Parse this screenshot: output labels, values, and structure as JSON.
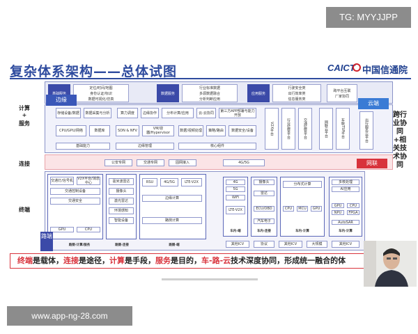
{
  "overlay": {
    "tg_label": "TG: MYYJJPP",
    "url_label": "www.app-ng-28.com"
  },
  "slide": {
    "title": "复杂体系架构——总体试图",
    "logo_en": "CAICT",
    "logo_cn": "中国信通院",
    "left_labels": {
      "compute": "计算",
      "plus": "+",
      "service": "服务",
      "connect": "连接",
      "terminal": "终端"
    },
    "right_label": "跨行业协同+相关技术协同",
    "tags": {
      "edge": "边缘",
      "cloud": "云端",
      "network": "网联",
      "road": "路端"
    },
    "top_row": {
      "groups": [
        {
          "label": "基础服务",
          "items": [
            "定位/时间/地图",
            "身份认证/标识",
            "数据可视化/仿真"
          ]
        },
        {
          "label": "数据服务",
          "items": [
            "行业标准数据",
            "多源数据融合",
            "分析判断应用"
          ]
        },
        {
          "label": "应用服务",
          "items": [
            "行驶安全类",
            "出行效率类",
            "信息服务类"
          ]
        },
        {
          "label": "",
          "items": [
            "跨平台互联",
            "厂家协同"
          ]
        }
      ]
    },
    "edge_items": {
      "row1": [
        "存储设备/数据",
        "数据采集与分析",
        "算力调度",
        "边缘协作",
        "分布计算/应用",
        "云-云协同",
        "第三方APP部署与能力开放"
      ],
      "row2": [
        "CPU/GPU/网络",
        "数据库",
        "SDN & NFV",
        "VM/容器/Hypervisor",
        "数据/视频处理",
        "策略/路由",
        "数据安全/设备"
      ],
      "row3": [
        "基础能力",
        "边缘管理",
        "核心组件"
      ],
      "cloud_columns": [
        "V2X平台",
        "行业监管平台",
        "交通监管平台",
        "网联云平台",
        "车联TSP平台",
        "出行服务云平台"
      ]
    },
    "connect_items": [
      "公安专网",
      "交通专网",
      "固网接入",
      "4G/5G"
    ],
    "road_items": {
      "col1": [
        "交通灯/信号机",
        "V2X平台/消息中心",
        "交通控制设备",
        "交通安全",
        "GPU",
        "CPU"
      ],
      "col2": [
        "毫米波雷达",
        "摄像头",
        "激光雷达",
        "环境感知",
        "智能设备"
      ],
      "col3": [
        "RSU",
        "4G/5G",
        "LTE-V2X",
        "边缘计算",
        "路侧计算"
      ],
      "bottom_labels": [
        "路侧-计算/服务",
        "路侧-连接",
        "路侧-端"
      ]
    },
    "vehicle_items": {
      "col1": [
        "4G",
        "5G",
        "WiFi",
        "LTE-V2X",
        "车内-端"
      ],
      "col2": [
        "摄像头",
        "雷达",
        "ECU/OBD",
        "汽车电子",
        "车内-连接"
      ],
      "col3": [
        "分布式计算",
        "CPU",
        "MCU",
        "GPU",
        "车内-计算"
      ],
      "col4": [
        "多核处理",
        "AI应用",
        "GPU",
        "CPU",
        "NPU",
        "FPGA",
        "AutoSAR",
        "车内-计算"
      ],
      "bottom_row": [
        "其他ICV",
        "协议",
        "其他ICV",
        "大规模",
        "其他ICV"
      ]
    },
    "banner": {
      "p1": "终端",
      "t1": "是载体，",
      "p2": "连接",
      "t2": "是途径，",
      "p3": "计算",
      "t3": "是手段，",
      "p4": "服务",
      "t4": "是目的，",
      "p5": "车-路-云",
      "t5": "技术深度协同，形成统一融合的体"
    }
  },
  "colors": {
    "title": "#2e4b9e",
    "accent_blue": "#3b4aa8",
    "accent_red": "#d8323b"
  }
}
